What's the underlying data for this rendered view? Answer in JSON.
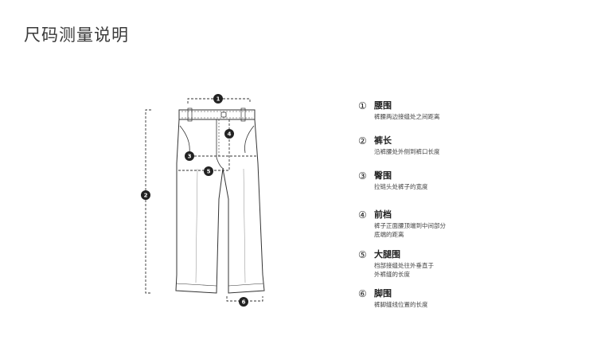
{
  "header": {
    "title": "尺码测量说明"
  },
  "legend": [
    {
      "num": "①",
      "title": "腰围",
      "desc": [
        "裤腰两边接缝处之间距离"
      ]
    },
    {
      "num": "②",
      "title": "裤长",
      "desc": [
        "沿裤腰处外侧到裤口长度"
      ]
    },
    {
      "num": "③",
      "title": "臀围",
      "desc": [
        "拉链头处裤子的宽度"
      ]
    },
    {
      "num": "④",
      "title": "前档",
      "desc": [
        "裤子正面腰顶端到中间部分",
        "底端的距离"
      ]
    },
    {
      "num": "⑤",
      "title": "大腿围",
      "desc": [
        "档部接缝处往外垂直于",
        "外裤缝的长度"
      ]
    },
    {
      "num": "⑥",
      "title": "脚围",
      "desc": [
        "裤脚缝线位置的长度"
      ]
    }
  ],
  "markers": [
    "1",
    "2",
    "3",
    "4",
    "5",
    "6"
  ]
}
